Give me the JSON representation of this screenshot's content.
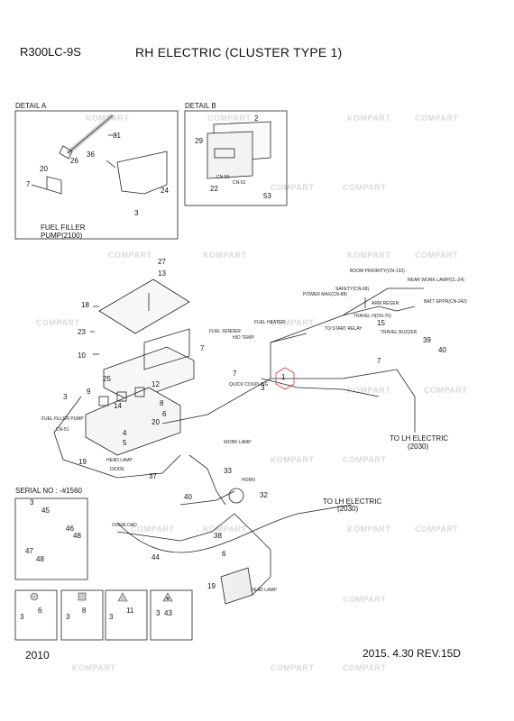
{
  "header": {
    "model": "R300LC-9S",
    "title": "RH ELECTRIC (CLUSTER TYPE 1)"
  },
  "footer": {
    "code": "2010",
    "date_rev": "2015. 4.30  REV.15D"
  },
  "watermarks": [
    "KOMPART",
    "COMPART"
  ],
  "details": {
    "a_title": "DETAIL A",
    "b_title": "DETAIL B",
    "fuel_pump_label": "FUEL FILLER\nPUMP(2100)"
  },
  "serial": "SERIAL NO : -#1560",
  "callouts": {
    "to_lh_1": "TO LH ELECTRIC",
    "to_lh_1_ref": "(2030)",
    "to_lh_2": "TO LH ELECTRIC",
    "to_lh_2_ref": "(2030)"
  },
  "connectors": [
    "BOOM PRIORITY(CN-133)",
    "REAR WORK LAMP(CL-24)",
    "SAFETY(CN-68)",
    "POWER MAX(CN-88)",
    "ARM REGEN",
    "BATT EPPR(CN-242)",
    "TRAVEL H(CN-70)",
    "TO START RELAY",
    "TRAVEL BUZZER",
    "FUEL HEATER",
    "FUEL SENDER",
    "H/D TEMP",
    "QUICK COUPLING",
    "FUEL FILLER PUMP",
    "CN-51",
    "HEAD LAMP",
    "DIODE",
    "WORK LAMP",
    "HORN",
    "OVERLOAD",
    "HEAD LAMP"
  ],
  "part_numbers": [
    "31",
    "36",
    "26",
    "20",
    "7",
    "24",
    "3",
    "2",
    "29",
    "22",
    "53",
    "27",
    "13",
    "18",
    "23",
    "10",
    "25",
    "9",
    "3",
    "12",
    "8",
    "6",
    "14",
    "20",
    "4",
    "5",
    "19",
    "37",
    "7",
    "7",
    "1",
    "3",
    "15",
    "7",
    "39",
    "40",
    "33",
    "32",
    "40",
    "38",
    "44",
    "6",
    "19",
    "3",
    "45",
    "46",
    "48",
    "47",
    "48",
    "3",
    "6",
    "3",
    "8",
    "3",
    "11",
    "3",
    "43",
    "CN-53",
    "CN-52"
  ],
  "legend_symbols": [
    "circle",
    "square",
    "triangle",
    "triangle-dot"
  ]
}
